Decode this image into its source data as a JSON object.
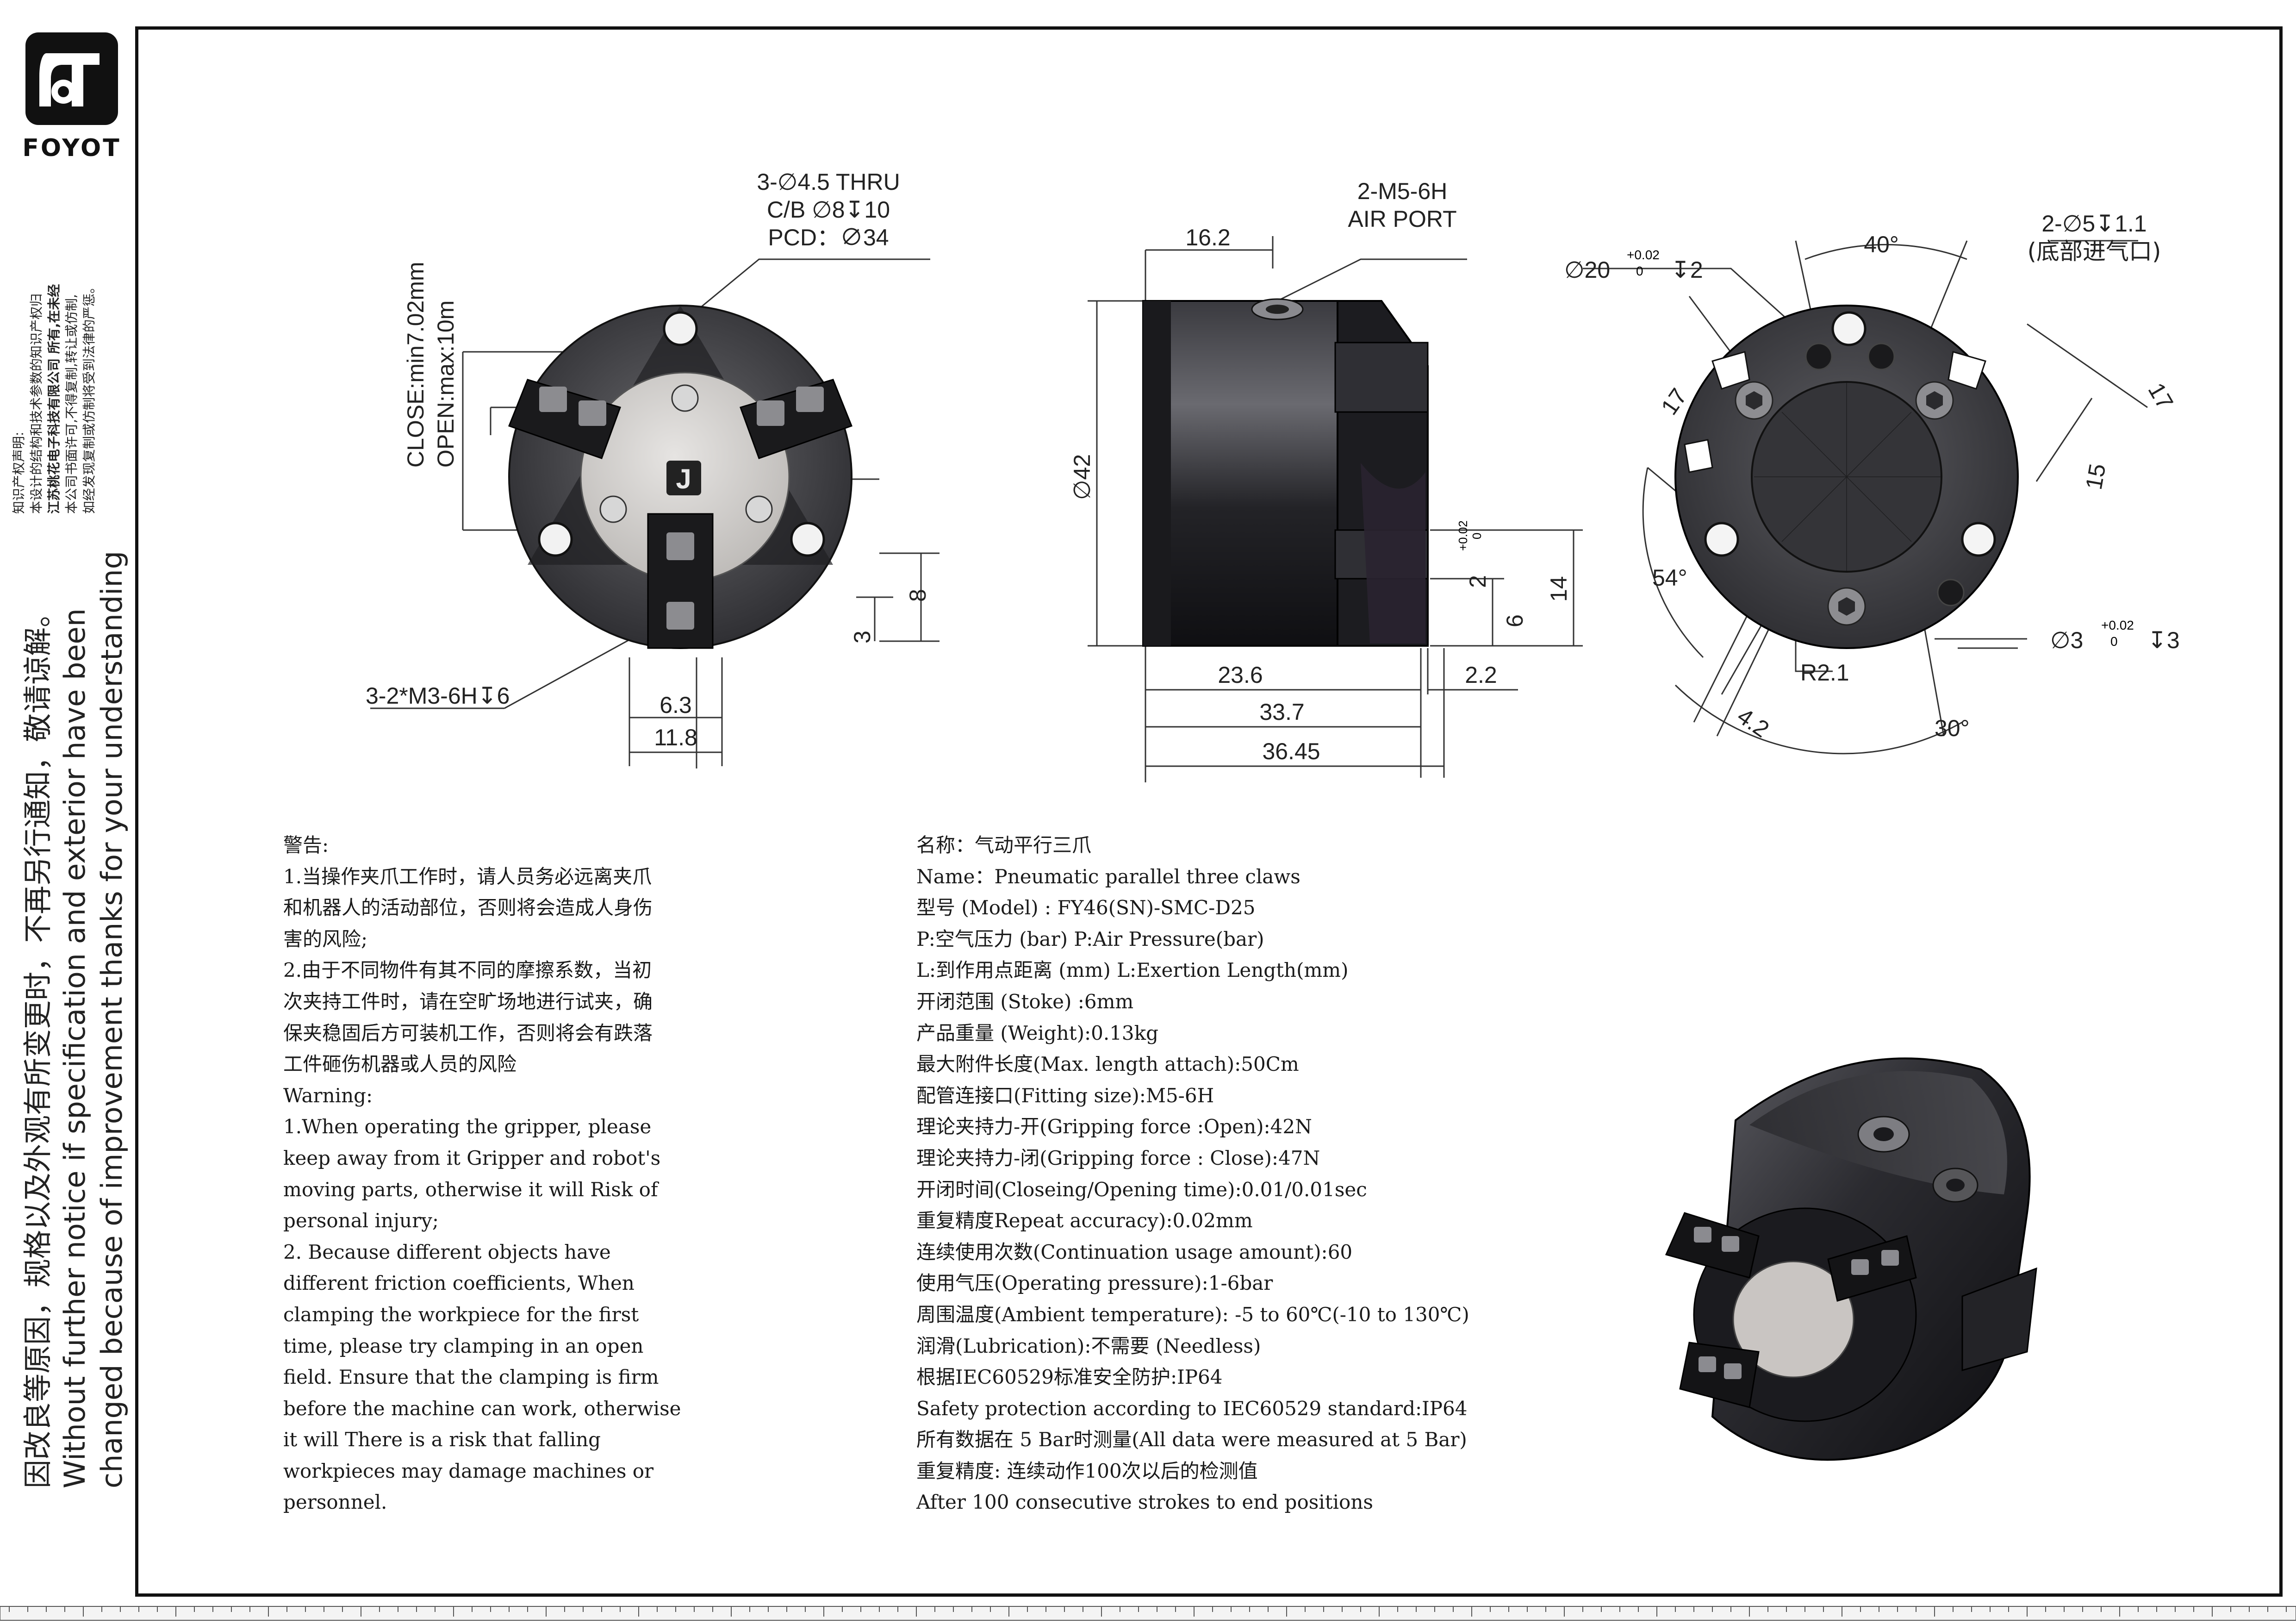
{
  "brand": {
    "name": "FOYOT"
  },
  "sidebar": {
    "ip_lines": [
      "知识产权声明:",
      "本设计的结构和技术参数的知识产权归",
      "江苏桃花电子科技有限公司 所有,在未经",
      "本公司书面许可,不得复制,转让或仿制,",
      "如经发现复制或仿制将受到法律的严惩。"
    ],
    "notice_lines": [
      "因改良等原因，规格以及外观有所变更时，不再另行通知，敬请谅解。",
      "Without further notice if specification and exterior have been",
      "changed because of improvement thanks for your understanding"
    ]
  },
  "front_view": {
    "callout_hole": [
      "3-∅4.5 THRU",
      "C/B  ∅8↧10",
      "PCD：∅34"
    ],
    "stroke": [
      "CLOSE:min7.02mm",
      "OPEN:max:10m"
    ],
    "dim_8": "8",
    "dim_3": "3",
    "dim_6_3": "6.3",
    "dim_11_8": "11.8",
    "callout_thread": "3-2*M3-6H↧6",
    "label_logo": "J"
  },
  "side_view": {
    "air_port": [
      "2-M5-6H",
      "AIR PORT"
    ],
    "dim_16_2": "16.2",
    "dim_42": "∅42",
    "tol_a": "+0.02",
    "tol_b": "0",
    "dim_2": "2",
    "dim_6": "6",
    "dim_14": "14",
    "dim_23_6": "23.6",
    "dim_2_2": "2.2",
    "dim_33_7": "33.7",
    "dim_36_45": "36.45"
  },
  "rear_view": {
    "bore_main": "∅20",
    "bore_tol_a": "+0.02",
    "bore_tol_b": "0",
    "bore_depth": "↧2",
    "hole_pair": "2-∅5↧1.1",
    "hole_pair_note": "(底部进气口)",
    "angle_40": "40°",
    "dim_17_left": "17",
    "dim_17_right": "17",
    "dim_15": "15",
    "angle_54": "54°",
    "pin_hole": "∅3",
    "pin_tol_a": "+0.02",
    "pin_tol_b": "0",
    "pin_depth": "↧3",
    "radius": "R2.1",
    "dim_4_2": "4.2",
    "angle_30": "30°"
  },
  "warning_lines": [
    "警告:",
    "1.当操作夹爪工作时，请人员务必远离夹爪",
    "和机器人的活动部位，否则将会造成人身伤",
    "害的风险;",
    "2.由于不同物件有其不同的摩擦系数，当初",
    "次夹持工件时，请在空旷场地进行试夹，确",
    "保夹稳固后方可装机工作，否则将会有跌落",
    "工件砸伤机器或人员的风险",
    "Warning:",
    "1.When operating the gripper, please",
    "keep away from it Gripper and robot's",
    "moving parts, otherwise it will Risk of",
    "personal injury;",
    "2. Because different objects have",
    "different friction coefficients, When",
    "clamping the workpiece for the first",
    "time, please try clamping in an open",
    "field. Ensure that the clamping is firm",
    "before the machine can work, otherwise",
    "it will There is a risk that falling",
    "workpieces may damage machines or",
    "personnel."
  ],
  "spec_lines": [
    "名称：气动平行三爪",
    "Name：Pneumatic parallel three claws",
    "型号 (Model) : FY46(SN)-SMC-D25",
    "P:空气压力 (bar) P:Air Pressure(bar)",
    "L:到作用点距离 (mm) L:Exertion Length(mm)",
    "开闭范围 (Stoke) :6mm",
    "产品重量 (Weight):0.13kg",
    "最大附件长度(Max. length attach):50Cm",
    "配管连接口(Fitting size):M5-6H",
    "理论夹持力-开(Gripping force :Open):42N",
    "理论夹持力-闭(Gripping force : Close):47N",
    "开闭时间(Closeing/Opening time):0.01/0.01sec",
    "重复精度Repeat accuracy):0.02mm",
    "连续使用次数(Continuation usage amount):60",
    "使用气压(Operating pressure):1-6bar",
    "周围温度(Ambient temperature): -5 to 60℃(-10 to 130℃)",
    "润滑(Lubrication):不需要 (Needless)",
    "根据IEC60529标准安全防护:IP64",
    "Safety protection according to IEC60529 standard:IP64",
    "所有数据在 5 Bar时测量(All data were measured at 5 Bar)",
    "重复精度: 连续动作100次以后的检测值",
    "After 100 consecutive strokes to end positions"
  ]
}
